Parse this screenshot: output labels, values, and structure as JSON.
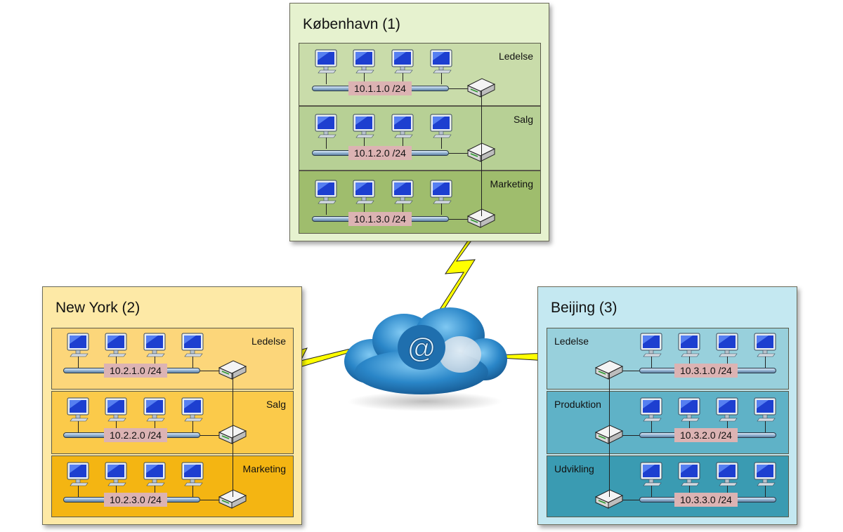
{
  "sites": [
    {
      "id": "kobenhavn",
      "title": "København (1)",
      "depts": [
        {
          "label": "Ledelse",
          "subnet": "10.1.1.0 /24"
        },
        {
          "label": "Salg",
          "subnet": "10.1.2.0 /24"
        },
        {
          "label": "Marketing",
          "subnet": "10.1.3.0 /24"
        }
      ]
    },
    {
      "id": "newyork",
      "title": "New York (2)",
      "depts": [
        {
          "label": "Ledelse",
          "subnet": "10.2.1.0 /24"
        },
        {
          "label": "Salg",
          "subnet": "10.2.2.0 /24"
        },
        {
          "label": "Marketing",
          "subnet": "10.2.3.0 /24"
        }
      ]
    },
    {
      "id": "beijing",
      "title": "Beijing (3)",
      "depts": [
        {
          "label": "Ledelse",
          "subnet": "10.3.1.0 /24"
        },
        {
          "label": "Produktion",
          "subnet": "10.3.2.0 /24"
        },
        {
          "label": "Udvikling",
          "subnet": "10.3.3.0 /24"
        }
      ]
    }
  ],
  "cloud": {
    "symbol": "@",
    "icon": "internet-cloud-icon"
  },
  "icons": {
    "computer": "computer-icon",
    "switch": "switch-icon",
    "wan_link": "lightning-link-icon"
  }
}
